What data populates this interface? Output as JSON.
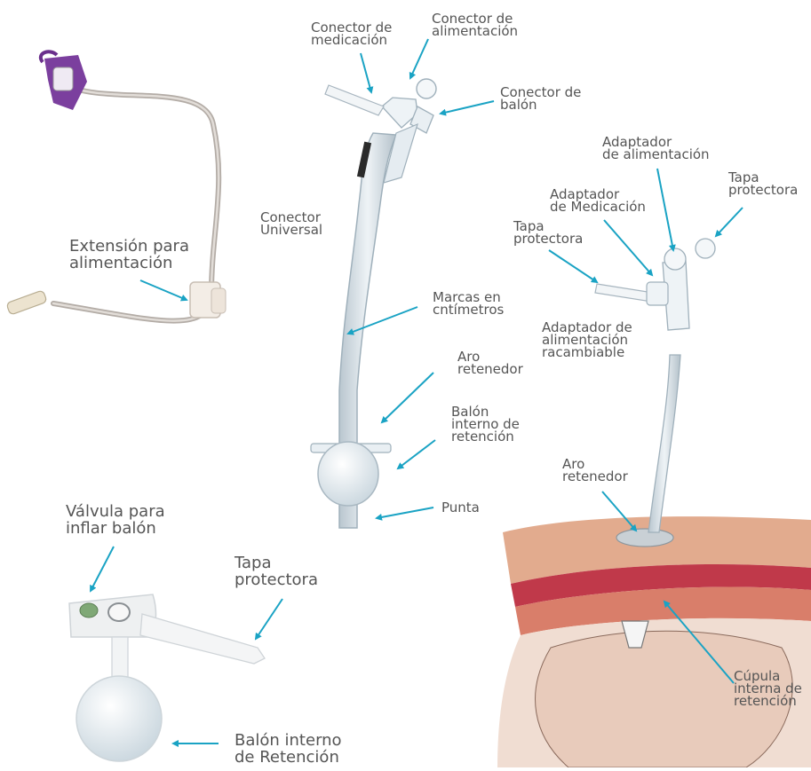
{
  "labels": {
    "ext_feeding": "Extensión para\nalimentación",
    "valve": "Válvula para\ninflar balón",
    "cap_left": "Tapa\nprotectora",
    "balloon_left": "Balón interno\nde Retención",
    "con_med": "Conector de\nmedicación",
    "con_feed": "Conector de\nalimentación",
    "con_balloon": "Conector de\nbalón",
    "con_universal": "Conector\nUniversal",
    "marks": "Marcas en\ncntímetros",
    "ring_mid": "Aro\nretenedor",
    "balloon_mid": "Balón\ninterno de\nretención",
    "tip": "Punta",
    "adapt_feed": "Adaptador\nde alimentación",
    "cap_right_top": "Tapa\nprotectora",
    "adapt_med": "Adaptador\nde Medicación",
    "cap_right": "Tapa\nprotectora",
    "adapt_replace": "Adaptador de\nalimentación\nracambiable",
    "ring_right": "Aro\nretenedor",
    "dome": "Cúpula\ninterna de\nretención"
  },
  "colors": {
    "arrow": "#1aa3c4",
    "purple": "#7b3f9e",
    "tube": "#cfd9e0",
    "skin": "#e6b49a"
  }
}
